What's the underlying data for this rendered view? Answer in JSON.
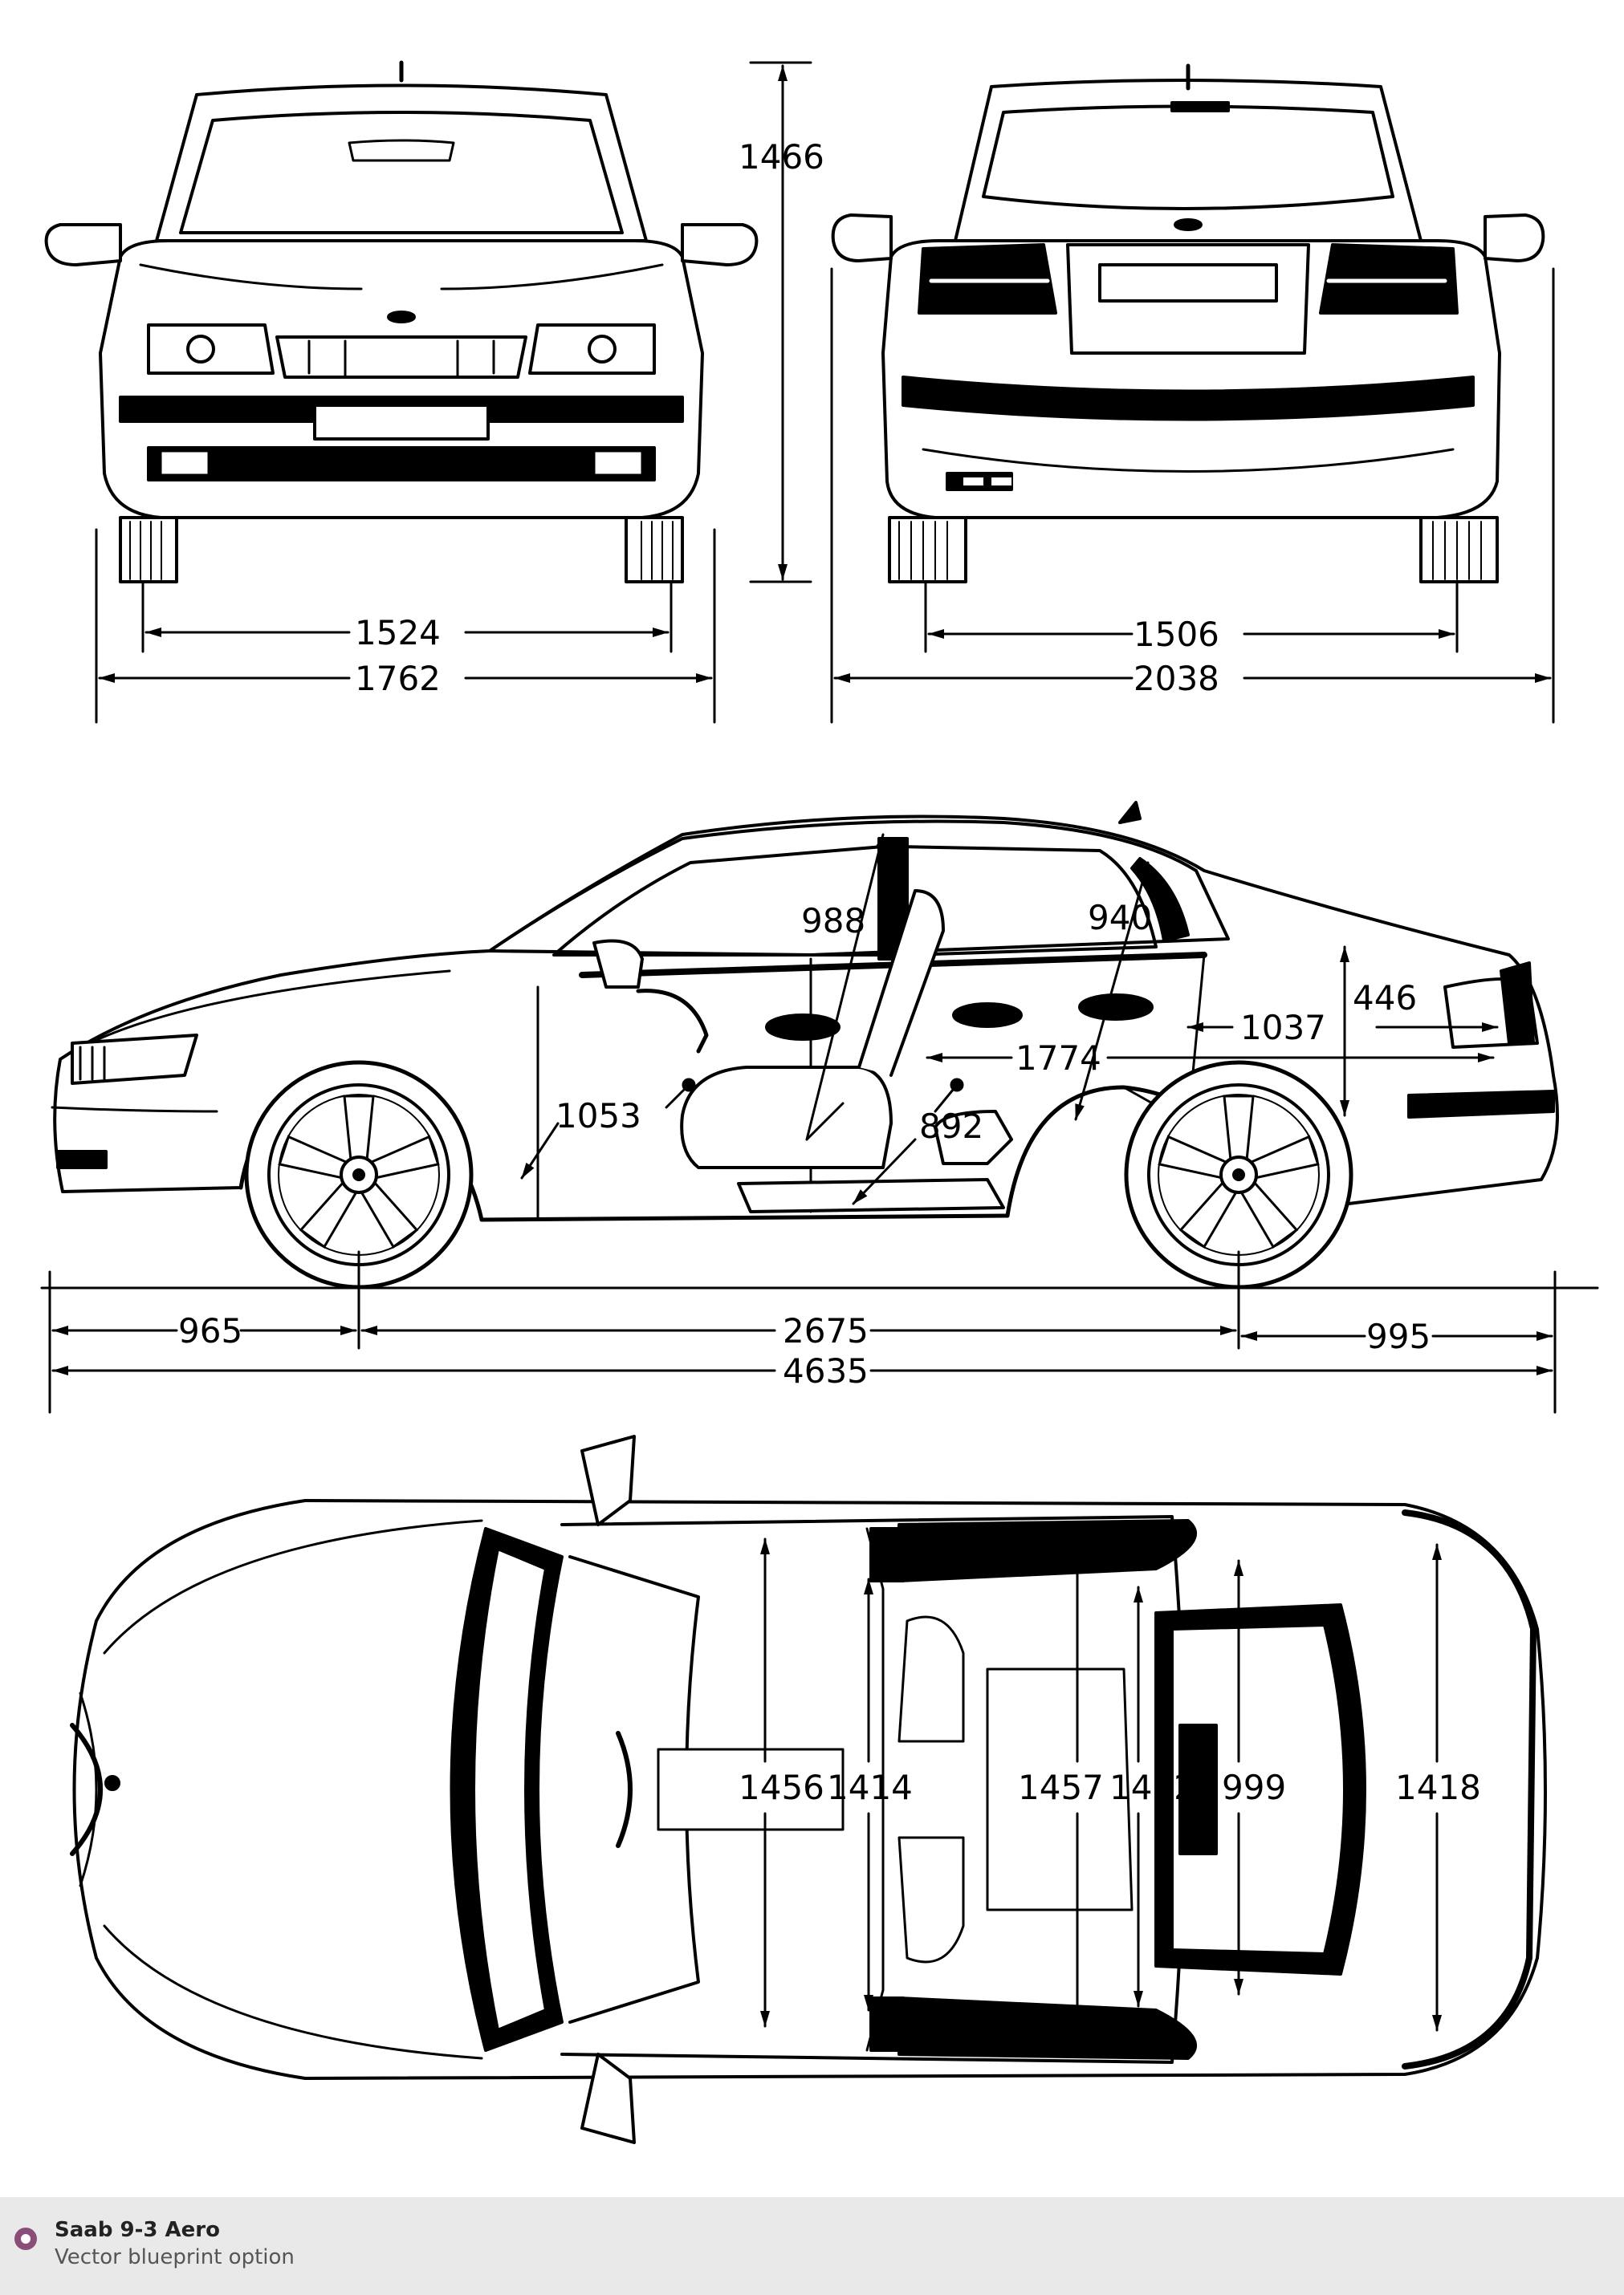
{
  "dimensions": {
    "front_height": "1466",
    "front_track": "1524",
    "width_body": "1762",
    "rear_track": "1506",
    "width_mirrors": "2038",
    "front_headroom": "988",
    "rear_headroom": "940",
    "trunk_opening_height": "446",
    "front_legroom": "1053",
    "rear_legroom": "892",
    "cabin_length": "1774",
    "trunk_length": "1037",
    "front_overhang": "965",
    "wheelbase": "2675",
    "rear_overhang": "995",
    "overall_length": "4635",
    "front_shoulder_width": "1456",
    "front_hip_width": "1414",
    "rear_shoulder_width": "1457",
    "rear_hip_width": "1402",
    "trunk_width": "999",
    "rear_body_width": "1418"
  },
  "footer": {
    "title": "Saab 9-3 Aero",
    "subtitle": "Vector blueprint option"
  }
}
